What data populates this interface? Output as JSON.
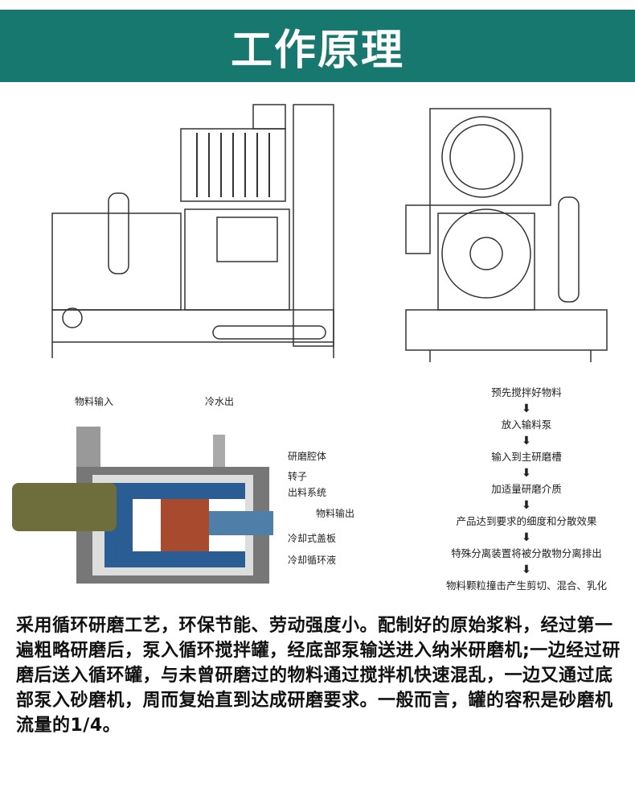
{
  "header": {
    "title": "工作原理"
  },
  "diagram": {
    "labels": {
      "input": "物料输入",
      "cool_out": "冷水出",
      "chamber": "研磨腔体",
      "rotor": "转子",
      "discharge": "出料系统",
      "output": "物料输出",
      "cover": "冷却式盖板",
      "coolant": "冷却循环液"
    }
  },
  "flow": {
    "steps": [
      "预先搅拌好物料",
      "放入输料泵",
      "输入到主研磨槽",
      "加适量研磨介质",
      "产品达到要求的细度和分散效果",
      "特殊分离装置将被分散物分离排出",
      "物料颗粒撞击产生剪切、混合、乳化"
    ],
    "arrow": "⬇"
  },
  "description": "采用循环研磨工艺，环保节能、劳动强度小。配制好的原始浆料，经过第一遍粗略研磨后，泵入循环搅拌罐，经底部泵输送进入纳米研磨机;一边经过研磨后送入循环罐，与未曾研磨过的物料通过搅拌机快速混乱，一边又通过底部泵入砂磨机，周而复始直到达成研磨要求。一般而言，罐的容积是砂磨机流量的1/4。",
  "colors": {
    "header": "#16786f"
  }
}
